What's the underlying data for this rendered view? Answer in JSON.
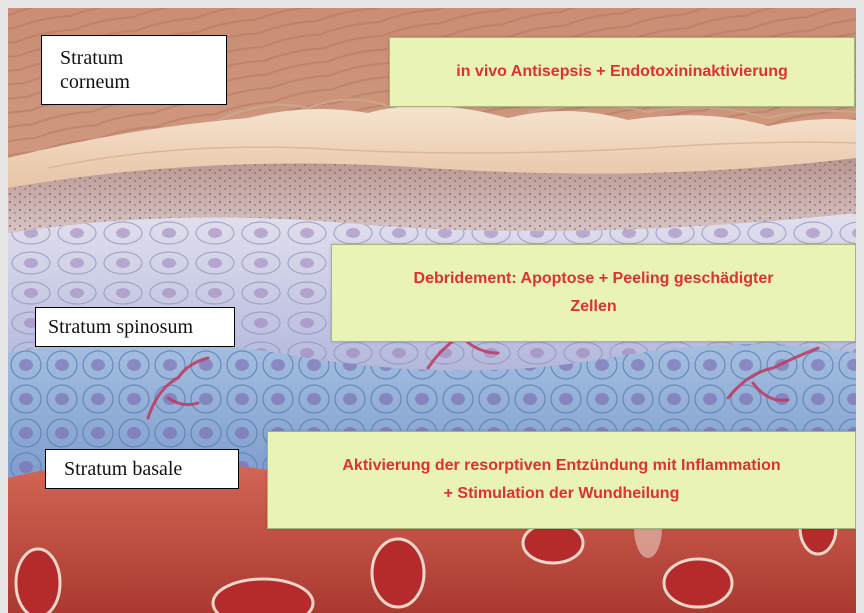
{
  "labels": {
    "corneum_line1": "Stratum",
    "corneum_line2": "corneum",
    "spinosum": "Stratum spinosum",
    "basale": "Stratum basale"
  },
  "effects": {
    "box1": "in vivo Antisepsis + Endotoxininaktivierung",
    "box2_line1": "Debridement: Apoptose + Peeling geschädigter",
    "box2_line2": "Zellen",
    "box3_line1": "Aktivierung der resorptiven Entzündung mit Inflammation",
    "box3_line2": "+ Stimulation der Wundheilung"
  },
  "colors": {
    "effect_text": "#e03030",
    "effect_background": "#e9f3b6",
    "corneum": "#f1d6bd",
    "spinosum": "#c9cbe4",
    "basale": "#9fbad8",
    "dermis": "#c8584a",
    "capillaries": "#c03860"
  }
}
